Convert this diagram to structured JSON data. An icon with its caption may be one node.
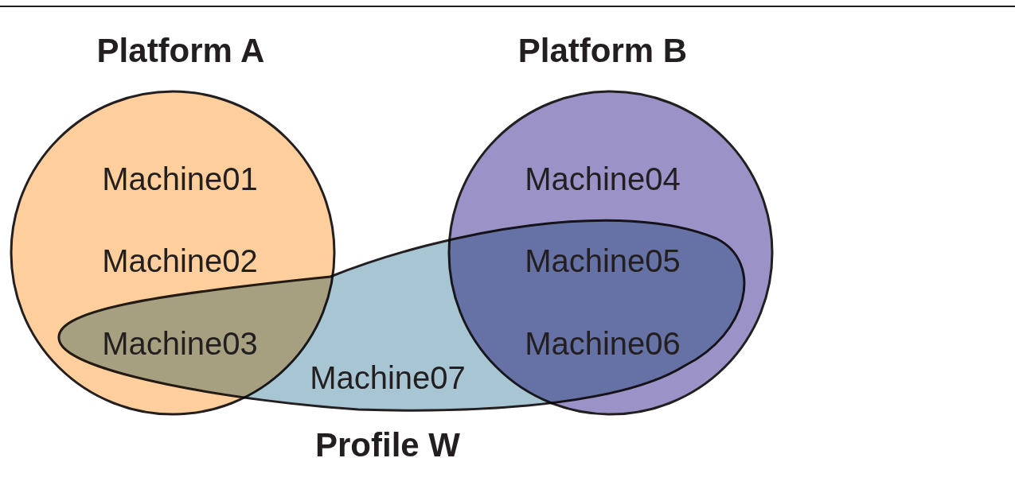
{
  "diagram": {
    "nodes": [
      {
        "text": [
          "Platform A"
        ]
      },
      {
        "text": [
          "Platform B"
        ]
      },
      {
        "text": [
          "Profile W"
        ]
      }
    ],
    "labels": [
      "Machine01",
      "Machine04",
      "Machine02",
      "Machine05",
      "Machine03",
      "Machine06",
      "Machine07"
    ]
  }
}
